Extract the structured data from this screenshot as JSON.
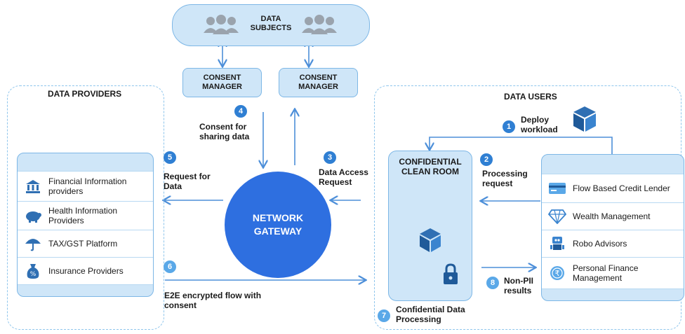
{
  "data_subjects": {
    "label": "DATA SUBJECTS"
  },
  "consent_managers": [
    {
      "label": "CONSENT MANAGER"
    },
    {
      "label": "CONSENT MANAGER"
    }
  ],
  "data_providers": {
    "title": "DATA PROVIDERS",
    "items": [
      {
        "label": "Financial Information providers",
        "icon": "bank-icon"
      },
      {
        "label": "Health Information Providers",
        "icon": "piggy-bank-icon"
      },
      {
        "label": "TAX/GST Platform",
        "icon": "umbrella-icon"
      },
      {
        "label": "Insurance Providers",
        "icon": "money-bag-icon"
      }
    ]
  },
  "data_users": {
    "title": "DATA USERS",
    "items": [
      {
        "label": "Flow Based Credit Lender",
        "icon": "credit-card-icon"
      },
      {
        "label": "Wealth Management",
        "icon": "diamond-icon"
      },
      {
        "label": "Robo Advisors",
        "icon": "robot-icon"
      },
      {
        "label": "Personal Finance Management",
        "icon": "rupee-coin-icon"
      }
    ]
  },
  "gateway": {
    "label": "NETWORK GATEWAY"
  },
  "clean_room": {
    "label": "CONFIDENTIAL CLEAN ROOM"
  },
  "steps": [
    {
      "num": "1",
      "text": "Deploy workload"
    },
    {
      "num": "2",
      "text": "Processing request"
    },
    {
      "num": "3",
      "text": "Data Access Request"
    },
    {
      "num": "4",
      "text": "Consent for sharing data"
    },
    {
      "num": "5",
      "text": "Request for Data"
    },
    {
      "num": "6",
      "text": "E2E encrypted flow with consent"
    },
    {
      "num": "7",
      "text": "Confidential Data Processing"
    },
    {
      "num": "8",
      "text": "Non-PII results"
    }
  ],
  "colors": {
    "accent": "#2f7fd3",
    "panel": "#cfe6f8",
    "gateway": "#2e6fe0",
    "line": "#4d8fd9"
  }
}
